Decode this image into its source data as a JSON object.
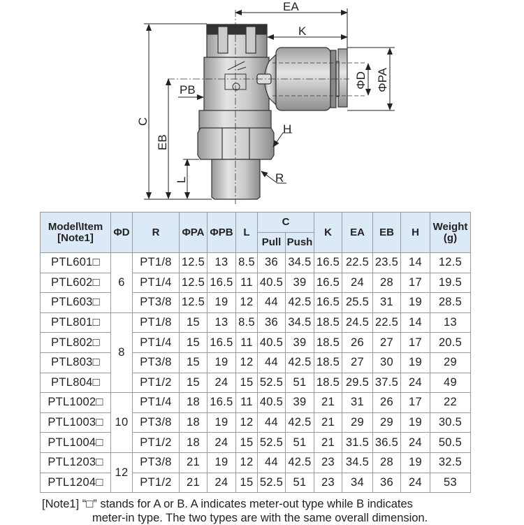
{
  "drawing": {
    "labels": {
      "ea": "EA",
      "k": "K",
      "c": "C",
      "eb": "EB",
      "pb": "PB",
      "l": "L",
      "h": "H",
      "r": "R",
      "phi_d": "ΦD",
      "phi_pa": "ΦPA"
    }
  },
  "table": {
    "headers": {
      "model": "Model\\Item",
      "model_note": "[Note1]",
      "d": "ΦD",
      "r": "R",
      "pa": "ΦPA",
      "pb": "ΦPB",
      "l": "L",
      "c": "C",
      "pull": "Pull",
      "push": "Push",
      "k": "K",
      "ea": "EA",
      "eb": "EB",
      "h": "H",
      "weight": "Weight",
      "weight_unit": "(g)"
    },
    "groups": [
      {
        "d": "6"
      },
      {
        "d": "8"
      },
      {
        "d": "10"
      },
      {
        "d": "12"
      }
    ],
    "rows": [
      {
        "model": "PTL601□",
        "r": "PT1/8",
        "pa": "12.5",
        "pb": "13",
        "l": "8.5",
        "pull": "36",
        "push": "34.5",
        "k": "16.5",
        "ea": "22.5",
        "eb": "23.5",
        "h": "14",
        "w": "12.5"
      },
      {
        "model": "PTL602□",
        "r": "PT1/4",
        "pa": "12.5",
        "pb": "16.5",
        "l": "11",
        "pull": "40.5",
        "push": "39",
        "k": "16.5",
        "ea": "24",
        "eb": "28",
        "h": "17",
        "w": "19.5"
      },
      {
        "model": "PTL603□",
        "r": "PT3/8",
        "pa": "12.5",
        "pb": "19",
        "l": "12",
        "pull": "44",
        "push": "42.5",
        "k": "16.5",
        "ea": "25.5",
        "eb": "31",
        "h": "19",
        "w": "28.5"
      },
      {
        "model": "PTL801□",
        "r": "PT1/8",
        "pa": "15",
        "pb": "13",
        "l": "8.5",
        "pull": "36",
        "push": "34.5",
        "k": "18.5",
        "ea": "24.5",
        "eb": "22.5",
        "h": "14",
        "w": "13"
      },
      {
        "model": "PTL802□",
        "r": "PT1/4",
        "pa": "15",
        "pb": "16.5",
        "l": "11",
        "pull": "40.5",
        "push": "39",
        "k": "18.5",
        "ea": "26",
        "eb": "27",
        "h": "17",
        "w": "20.5"
      },
      {
        "model": "PTL803□",
        "r": "PT3/8",
        "pa": "15",
        "pb": "19",
        "l": "12",
        "pull": "44",
        "push": "42.5",
        "k": "18.5",
        "ea": "27",
        "eb": "30",
        "h": "19",
        "w": "29"
      },
      {
        "model": "PTL804□",
        "r": "PT1/2",
        "pa": "15",
        "pb": "24",
        "l": "15",
        "pull": "52.5",
        "push": "51",
        "k": "18.5",
        "ea": "29.5",
        "eb": "37.5",
        "h": "24",
        "w": "49"
      },
      {
        "model": "PTL1002□",
        "r": "PT1/4",
        "pa": "18",
        "pb": "16.5",
        "l": "11",
        "pull": "40.5",
        "push": "39",
        "k": "21",
        "ea": "31",
        "eb": "26",
        "h": "17",
        "w": "22"
      },
      {
        "model": "PTL1003□",
        "r": "PT3/8",
        "pa": "18",
        "pb": "19",
        "l": "12",
        "pull": "44",
        "push": "42.5",
        "k": "21",
        "ea": "29",
        "eb": "29",
        "h": "19",
        "w": "30.5"
      },
      {
        "model": "PTL1004□",
        "r": "PT1/2",
        "pa": "18",
        "pb": "24",
        "l": "15",
        "pull": "52.5",
        "push": "51",
        "k": "21",
        "ea": "31.5",
        "eb": "36.5",
        "h": "24",
        "w": "50.5"
      },
      {
        "model": "PTL1203□",
        "r": "PT3/8",
        "pa": "21",
        "pb": "19",
        "l": "12",
        "pull": "44",
        "push": "42.5",
        "k": "23",
        "ea": "34.5",
        "eb": "28",
        "h": "19",
        "w": "32.5"
      },
      {
        "model": "PTL1204□",
        "r": "PT1/2",
        "pa": "21",
        "pb": "24",
        "l": "15",
        "pull": "52.5",
        "push": "51",
        "k": "23",
        "ea": "34",
        "eb": "36",
        "h": "24",
        "w": "53"
      }
    ]
  },
  "note": {
    "line1": "[Note1] “□” stands for A or B. A indicates meter-out type while B indicates",
    "line2": "meter-in type. The two types are with the same overall dimension."
  }
}
